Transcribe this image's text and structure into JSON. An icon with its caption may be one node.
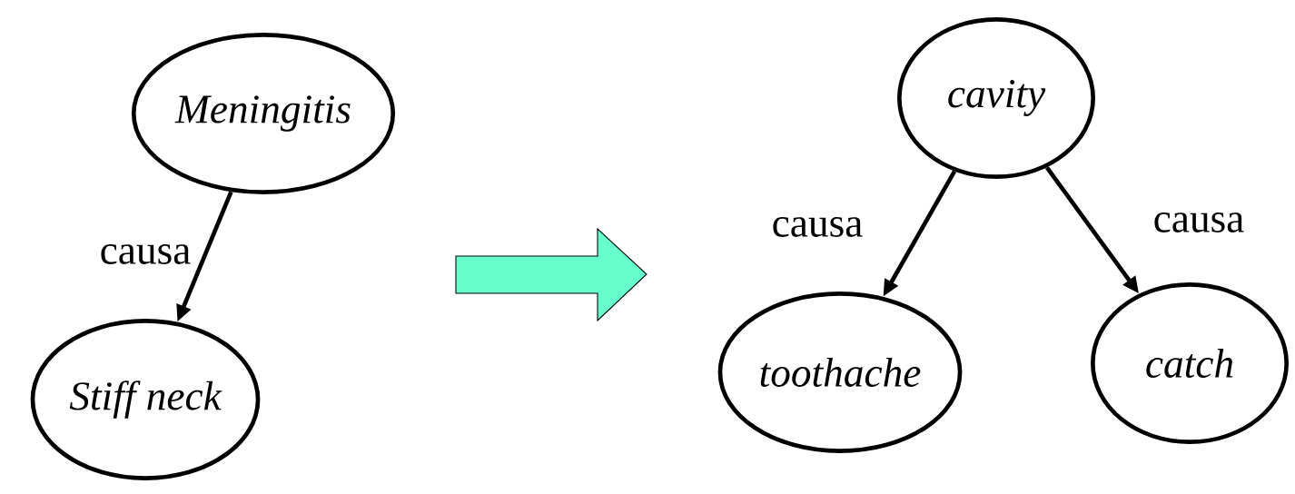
{
  "diagram": {
    "nodes": [
      {
        "text": [
          "Meningitis"
        ]
      },
      {
        "text": [
          "Stiff neck"
        ]
      },
      {
        "text": [
          "cavity"
        ]
      },
      {
        "text": [
          "toothache"
        ]
      },
      {
        "text": [
          "catch"
        ]
      }
    ],
    "edges": [
      {
        "from": 0,
        "to": 1,
        "arrow": "to",
        "label": "causa"
      },
      {
        "from": 2,
        "to": 3,
        "arrow": "to",
        "label": "causa"
      },
      {
        "from": 2,
        "to": 4,
        "arrow": "to",
        "label": "causa"
      }
    ]
  }
}
